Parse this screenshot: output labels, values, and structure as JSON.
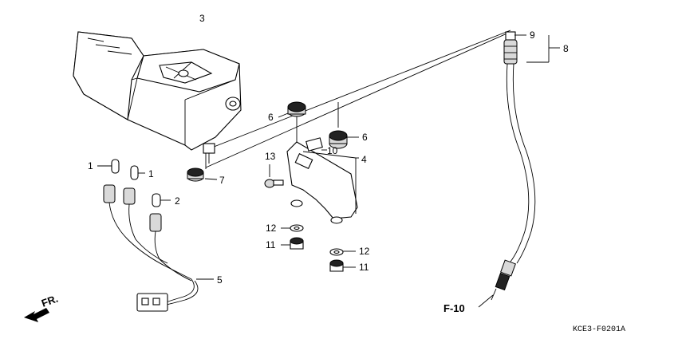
{
  "callouts": {
    "c1a": "1",
    "c1b": "1",
    "c2": "2",
    "c3": "3",
    "c4": "4",
    "c5": "5",
    "c6a": "6",
    "c6b": "6",
    "c7": "7",
    "c8": "8",
    "c9": "9",
    "c10": "10",
    "c11a": "11",
    "c11b": "11",
    "c12a": "12",
    "c12b": "12",
    "c13": "13"
  },
  "section_ref": "F-10",
  "front_marker": "FR.",
  "diagram_code": "KCE3-F0201A"
}
